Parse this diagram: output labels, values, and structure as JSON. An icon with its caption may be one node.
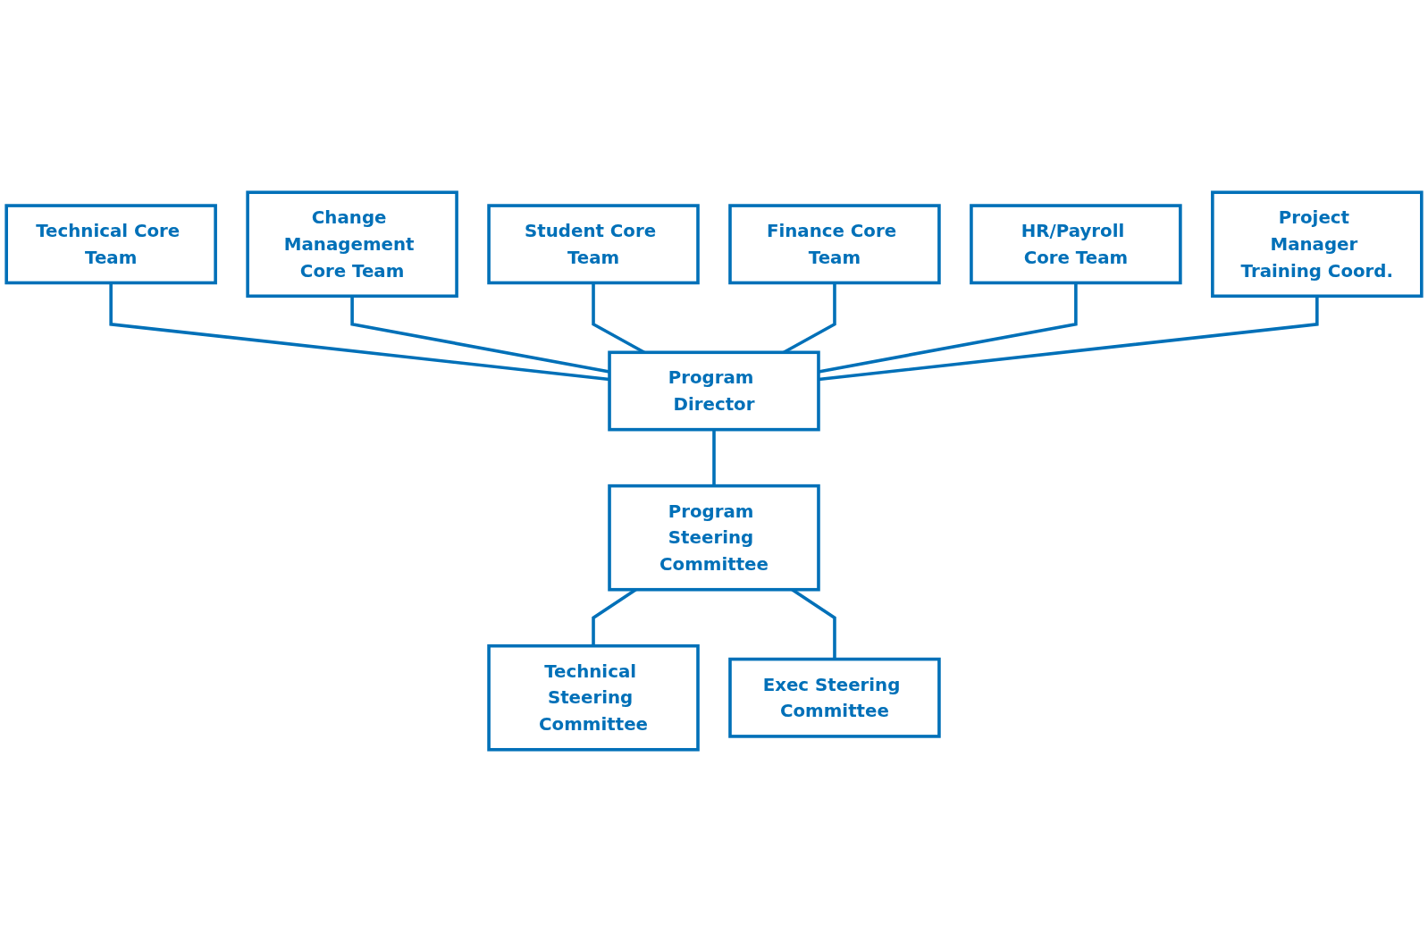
{
  "diagram": {
    "nodes": [
      {
        "text": [
          "Technical Core Team"
        ]
      },
      {
        "text": [
          "Change Management Core Team"
        ]
      },
      {
        "text": [
          "Student Core Team"
        ]
      },
      {
        "text": [
          "Finance Core Team"
        ]
      },
      {
        "text": [
          "HR/Payroll Core Team"
        ]
      },
      {
        "text": [
          "Project Manager Training Coord."
        ]
      },
      {
        "text": [
          "Program Director"
        ]
      },
      {
        "text": [
          "Program Steering Committee"
        ]
      },
      {
        "text": [
          "Technical Steering Committee"
        ]
      },
      {
        "text": [
          "Exec Steering Committee"
        ]
      }
    ],
    "edges": [
      {
        "from": 0,
        "to": 6,
        "arrow": "none"
      },
      {
        "from": 1,
        "to": 6,
        "arrow": "none"
      },
      {
        "from": 2,
        "to": 6,
        "arrow": "none"
      },
      {
        "from": 3,
        "to": 6,
        "arrow": "none"
      },
      {
        "from": 4,
        "to": 6,
        "arrow": "none"
      },
      {
        "from": 5,
        "to": 6,
        "arrow": "none"
      },
      {
        "from": 6,
        "to": 7,
        "arrow": "none"
      },
      {
        "from": 7,
        "to": 8,
        "arrow": "none"
      },
      {
        "from": 7,
        "to": 9,
        "arrow": "none"
      }
    ]
  }
}
